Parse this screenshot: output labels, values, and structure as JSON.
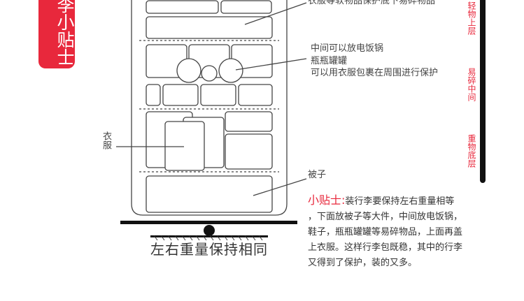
{
  "tag_title": "李小贴士",
  "annotations": {
    "soft_items": "衣服等软物品保护底下易碎物品",
    "middle_1": "中间可以放电饭锅",
    "middle_2": "瓶瓶罐罐",
    "middle_3": "可以用衣服包裹在周围进行保护",
    "clothes": "衣服",
    "quilt": "被子"
  },
  "side_labels": {
    "top": "轻物上层",
    "middle": "易碎中间",
    "bottom": "重物底层"
  },
  "tip": {
    "title": "小贴士:",
    "lines": [
      "装行李要保持左右重量相等",
      "，下面放被子等大件，中间放电饭锅，",
      "鞋子，瓶瓶罐罐等易碎物品，上面再盖",
      "上衣服。这样行李包既稳，其中的行李",
      "又得到了保护，装的又多。"
    ]
  },
  "caption": "左右重量保持相同",
  "colors": {
    "accent": "#e8283c",
    "line": "#444444"
  }
}
